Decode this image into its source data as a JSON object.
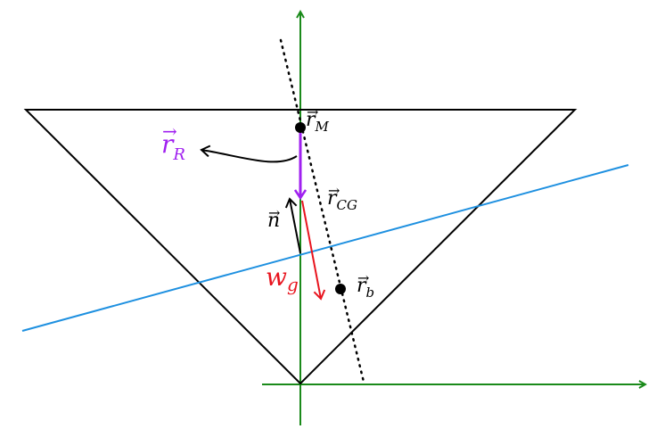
{
  "diagram": {
    "colors": {
      "axes": "#1a8a1a",
      "triangle": "#000000",
      "waterline": "#1e90e0",
      "dotted_line": "#000000",
      "r_R": "#a020f0",
      "w_g": "#e8141e",
      "normal": "#000000",
      "points": "#000000"
    },
    "labels": {
      "r_M": {
        "base": "r",
        "sub": "M",
        "arrow": "→"
      },
      "r_R": {
        "base": "r",
        "sub": "R",
        "arrow": "→"
      },
      "r_CG": {
        "base": "r",
        "sub": "CG",
        "arrow": "→"
      },
      "n": {
        "base": "n",
        "arrow": "→"
      },
      "w_g": {
        "base": "w",
        "sub": "g"
      },
      "r_b": {
        "base": "r",
        "sub": "b",
        "arrow": "→"
      }
    }
  }
}
